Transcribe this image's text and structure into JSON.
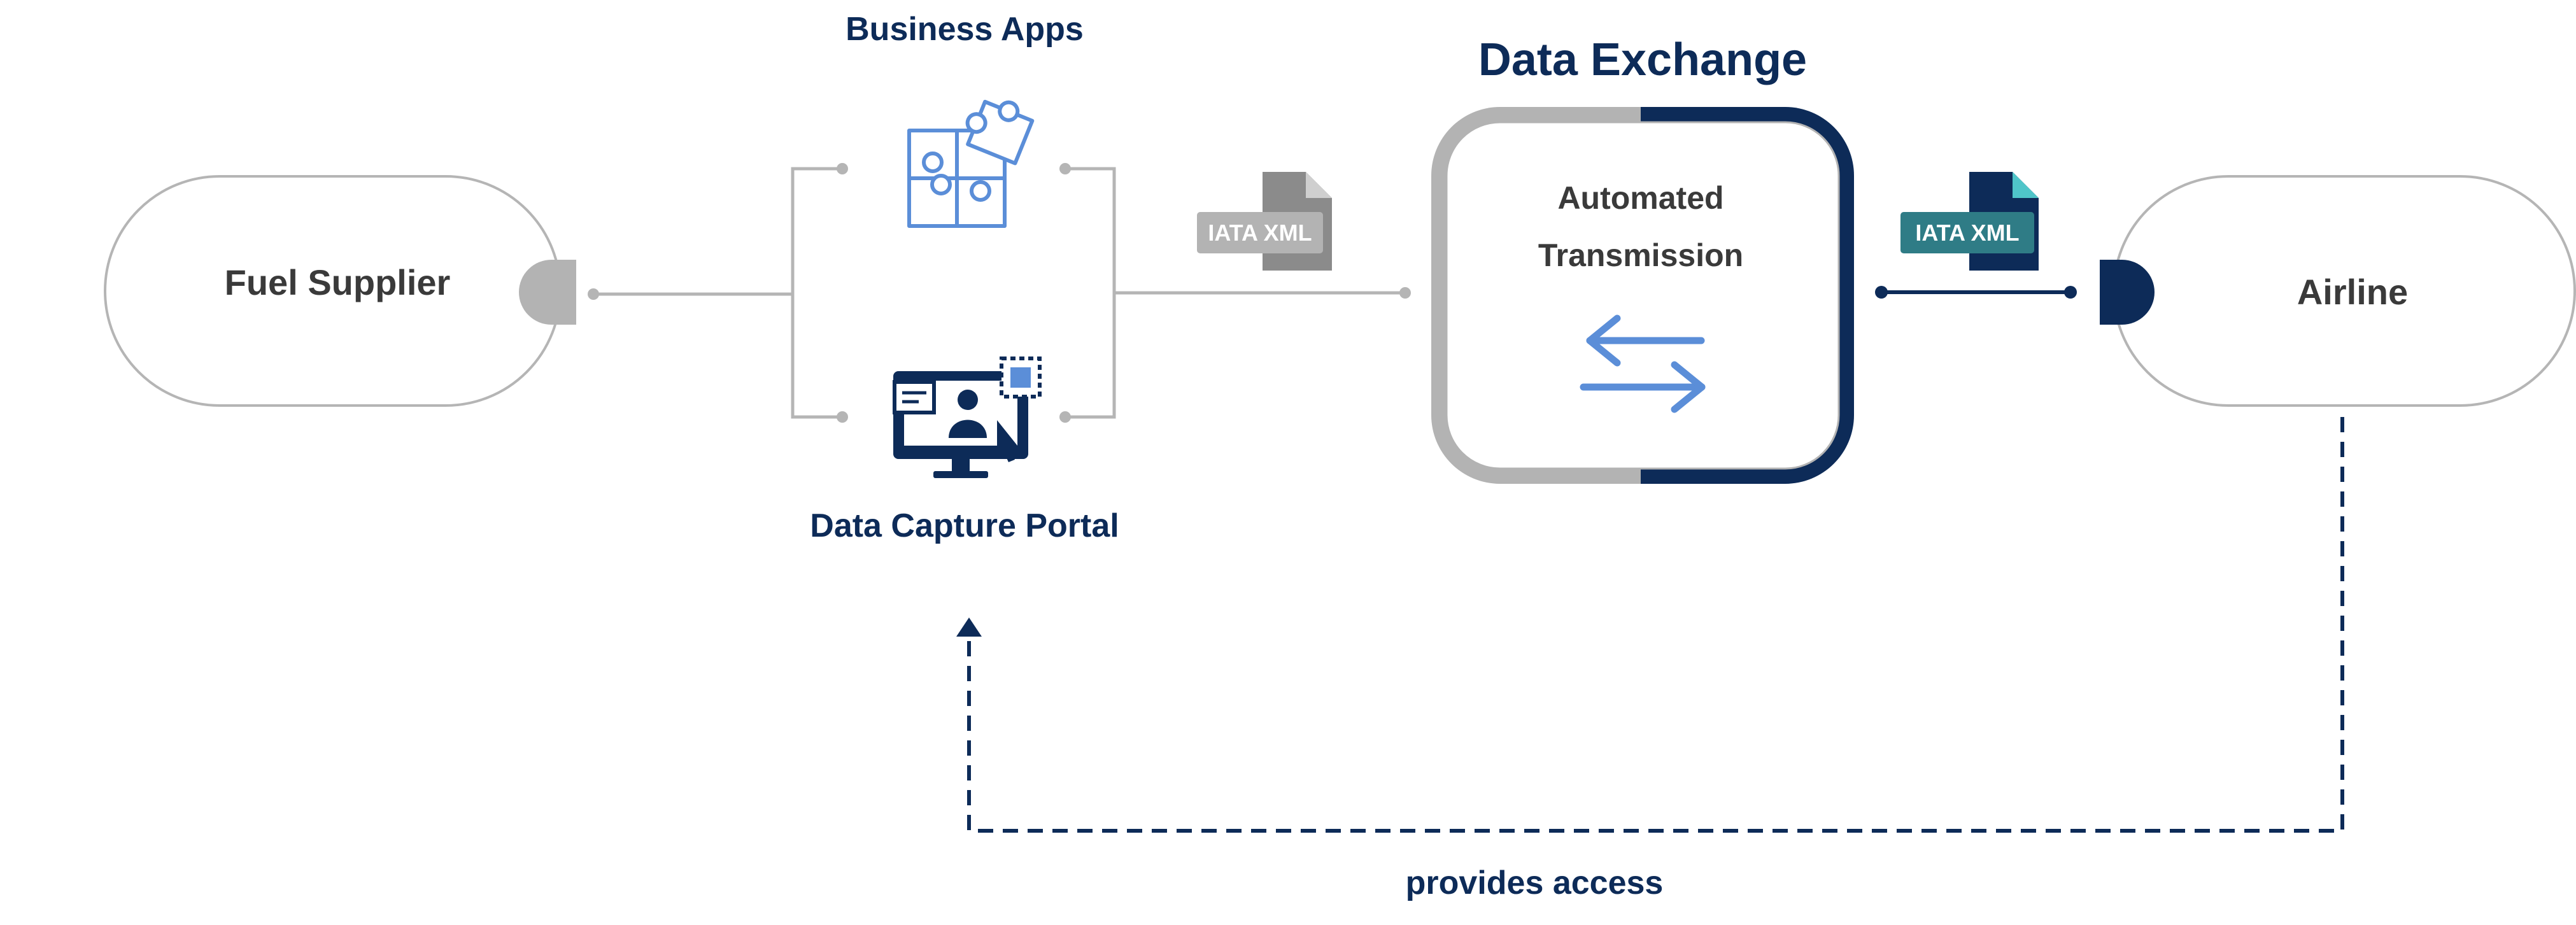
{
  "nodes": {
    "fuel_supplier": "Fuel Supplier",
    "airline": "Airline",
    "business_apps": "Business Apps",
    "data_capture_portal": "Data Capture Portal",
    "data_exchange": "Data Exchange",
    "automated_line1": "Automated",
    "automated_line2": "Transmission"
  },
  "documents": {
    "left_badge": "IATA XML",
    "right_badge": "IATA XML"
  },
  "edges": {
    "access_label": "provides access"
  },
  "colors": {
    "navy": "#0d2b58",
    "gray": "#b3b3b3",
    "blue_icon": "#5b8ed8",
    "teal": "#2f7c86",
    "text_dark": "#3a3a3a"
  }
}
